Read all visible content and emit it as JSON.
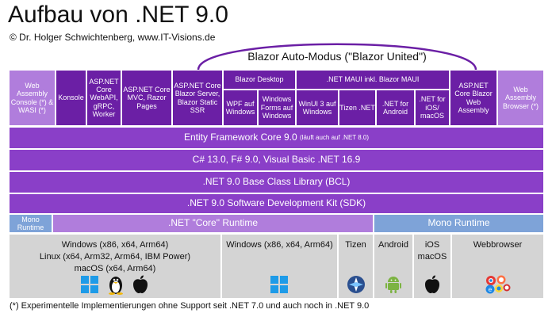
{
  "header": {
    "title": "Aufbau von .NET 9.0",
    "copyright": "© Dr. Holger Schwichtenberg,  www.IT-Visions.de"
  },
  "blazor_auto": {
    "label": "Blazor Auto-Modus (\"Blazor United\")"
  },
  "app_models": {
    "wasm_console": "Web Assembly Console (*) & WASI (*)",
    "konsole": "Konsole",
    "aspnet_webapi": "ASP.NET Core WebAPI, gRPC, Worker",
    "aspnet_mvc": "ASP.NET Core MVC, Razor Pages",
    "blazor_server": "ASP.NET Core Blazor Server, Blazor Static SSR",
    "blazor_desktop": "Blazor Desktop",
    "wpf": "WPF auf Windows",
    "winforms": "Windows Forms auf Windows",
    "maui_header": ".NET MAUI inkl. Blazor MAUI",
    "winui": "WinUI 3 auf Windows",
    "tizen_net": "Tizen .NET",
    "net_android": ".NET for Android",
    "net_ios": ".NET for iOS/ macOS",
    "blazor_wasm": "ASP.NET Core Blazor Web Assembly",
    "wasm_browser": "Web Assembly Browser (*)"
  },
  "layers": {
    "ef": "Entity Framework Core 9.0",
    "ef_note": "(läuft auch auf .NET 8.0)",
    "languages": "C# 13.0, F# 9.0, Visual Basic .NET 16.9",
    "bcl": ".NET 9.0 Base Class Library (BCL)",
    "sdk": ".NET 9.0 Software Development Kit (SDK)"
  },
  "runtimes": {
    "mono_small": "Mono Runtime",
    "core": ".NET \"Core\" Runtime",
    "mono": "Mono Runtime"
  },
  "platforms": {
    "desktop": "Windows (x86, x64, Arm64)\nLinux (x64, Arm32, Arm64, IBM Power)\nmacOS (x64, Arm64)",
    "windows": "Windows (x86, x64, Arm64)",
    "tizen": "Tizen",
    "android": "Android",
    "ios": "iOS macOS",
    "browser": "Webbrowser"
  },
  "icons": [
    "windows-icon",
    "linux-icon",
    "apple-icon",
    "tizen-icon",
    "android-icon",
    "browsers-icon"
  ],
  "colors": {
    "dark_purple": "#6b1fa5",
    "mid_purple": "#8a3fc8",
    "light_purple": "#b07ddc",
    "lavender": "#c7a6e6",
    "mono_blue": "#7ea3d8",
    "platform_gray": "#d4d4d4"
  },
  "footnote": "(*) Experimentelle Implementierungen ohne Support seit .NET 7.0 und auch noch in .NET 9.0"
}
